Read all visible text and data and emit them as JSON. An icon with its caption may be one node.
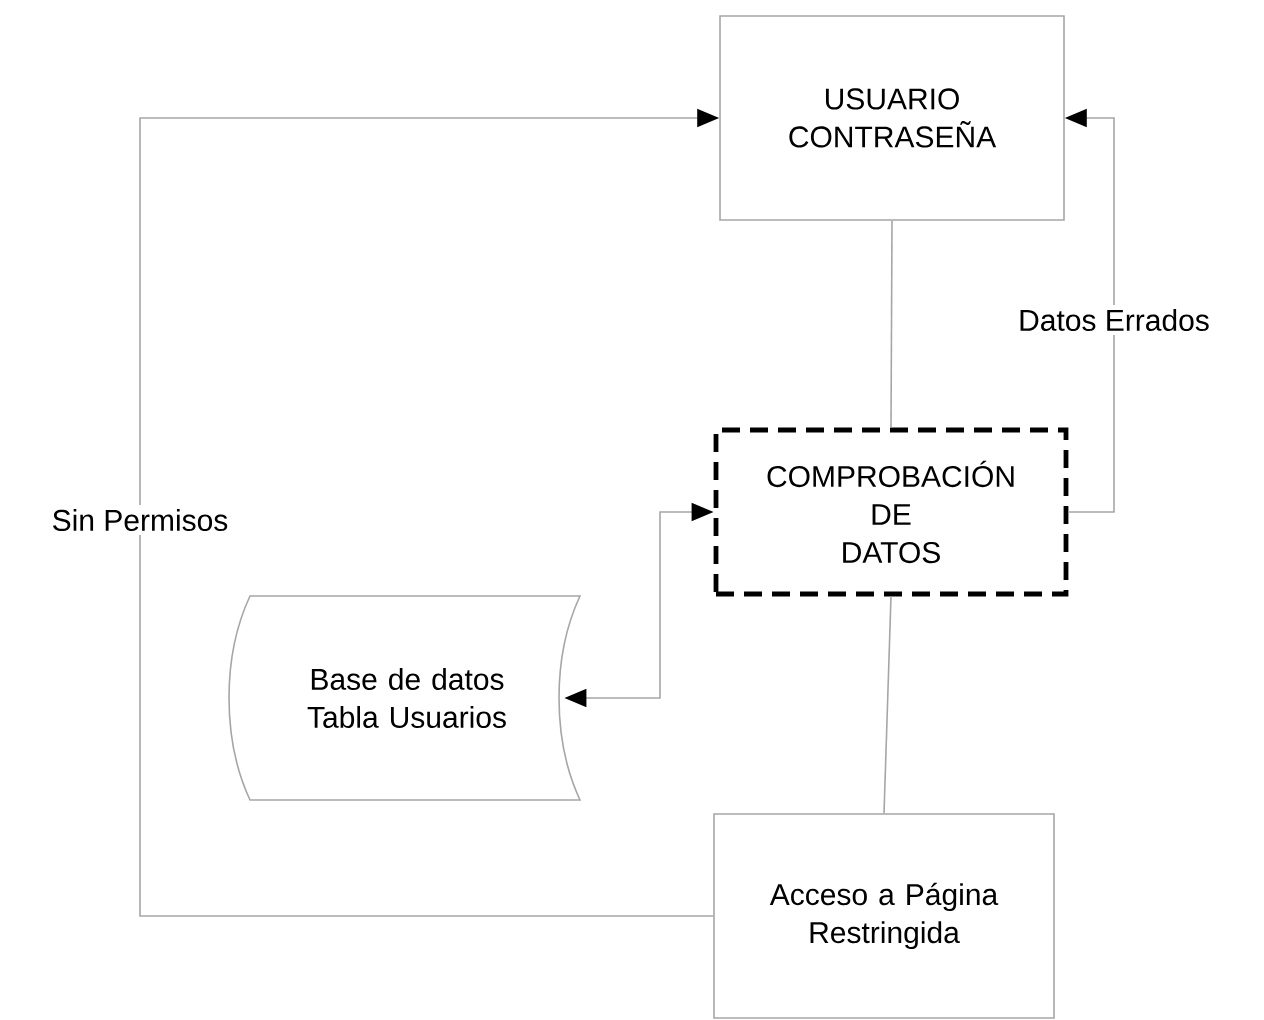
{
  "diagram": {
    "nodes": [
      {
        "text": [
          "USUARIO CONTRASEÑA"
        ]
      },
      {
        "text": [
          "COMPROBACIÓN DE DATOS"
        ]
      },
      {
        "text": [
          "Base de datos Tabla Usuarios"
        ]
      },
      {
        "text": [
          "Acceso a Página Restringida"
        ]
      }
    ],
    "edges": [
      {
        "from": 0,
        "to": 1,
        "arrow": "none"
      },
      {
        "from": 1,
        "to": 0,
        "arrow": "to",
        "label": "Datos Errados"
      },
      {
        "from": 1,
        "to": 2,
        "arrow": "both"
      },
      {
        "from": 1,
        "to": 3,
        "arrow": "none"
      },
      {
        "from": 3,
        "to": 0,
        "arrow": "to",
        "label": "Sin Permisos"
      }
    ]
  }
}
